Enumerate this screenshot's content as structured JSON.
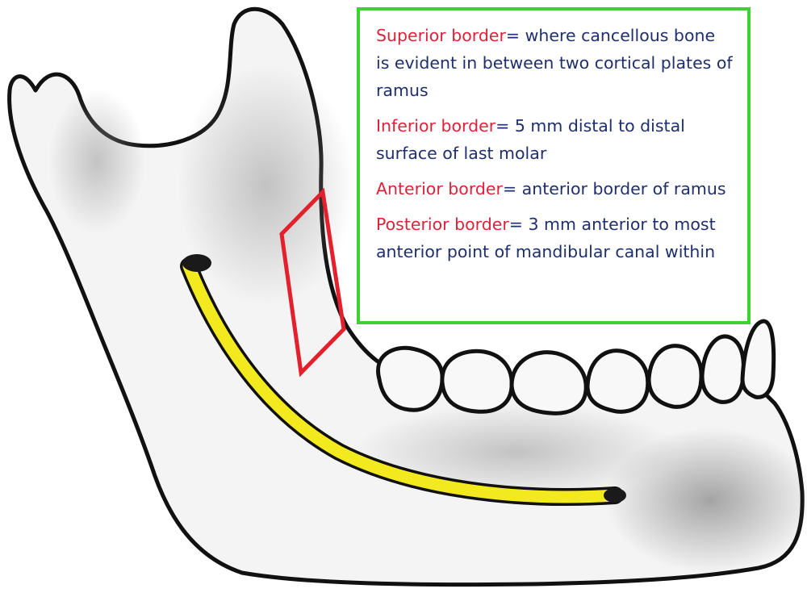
{
  "diagram": {
    "colors": {
      "bone_outline": "#111111",
      "canal_fill": "#f2ea1e",
      "region_outline": "#e4202c",
      "legend_border": "#3fd134",
      "term_text": "#e0213a",
      "definition_text": "#1f2f6e"
    },
    "legend": [
      {
        "term": "Superior border",
        "definition": "= where cancellous bone is evident in between two cortical plates of ramus"
      },
      {
        "term": "Inferior border",
        "definition": "= 5 mm distal to distal surface of last molar"
      },
      {
        "term": "Anterior border",
        "definition": "= anterior border of ramus"
      },
      {
        "term": "Posterior border",
        "definition": "= 3 mm anterior to most anterior point of mandibular canal within"
      }
    ]
  }
}
